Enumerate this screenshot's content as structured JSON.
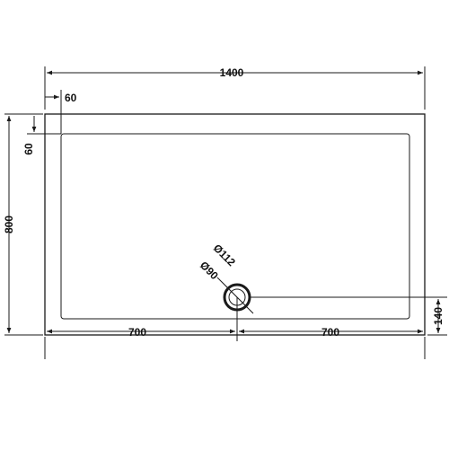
{
  "dimensions": {
    "overall_width": "1400",
    "overall_depth": "800",
    "rim_width_top": "60",
    "rim_width_side": "60",
    "waste_to_left": "700",
    "waste_to_right": "700",
    "waste_to_front": "140",
    "outer_diameter": "Ø112",
    "inner_diameter": "Ø90"
  },
  "colors": {
    "line": "#1a1a1a",
    "background": "#ffffff"
  }
}
